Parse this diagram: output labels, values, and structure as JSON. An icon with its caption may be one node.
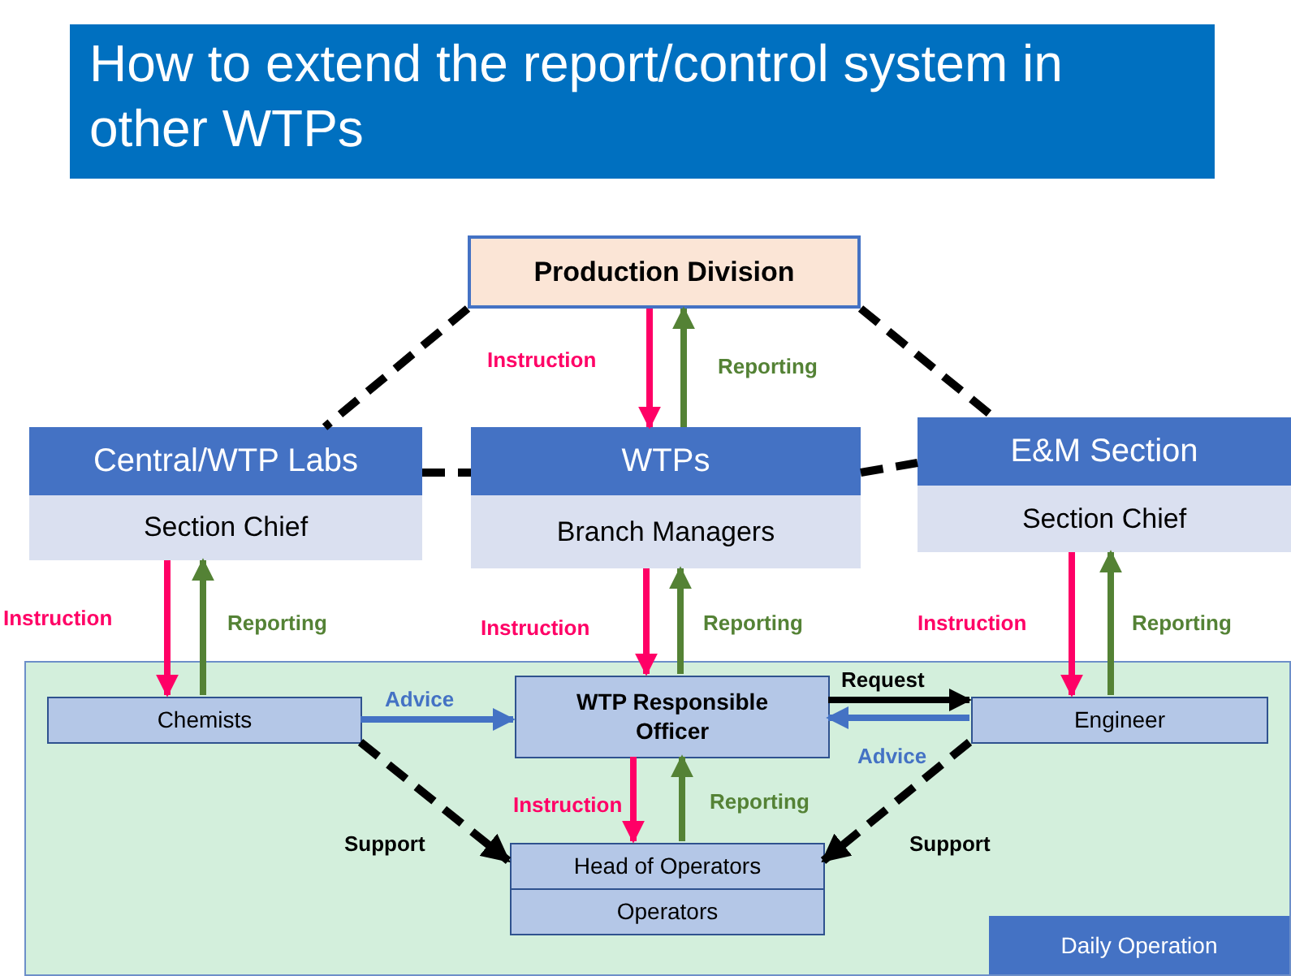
{
  "diagram": {
    "title": "How to extend the report/control system in other WTPs",
    "nodes": [
      {
        "text": [
          "Production Division"
        ]
      },
      {
        "text": [
          "Central/WTP Labs",
          "Section Chief"
        ]
      },
      {
        "text": [
          "WTPs",
          "Branch Managers"
        ]
      },
      {
        "text": [
          "E&M Section",
          "Section Chief"
        ]
      },
      {
        "text": [
          "Daily Operation"
        ]
      },
      {
        "text": [
          "Chemists"
        ],
        "in": 4
      },
      {
        "text": [
          "WTP Responsible Officer"
        ],
        "in": 4
      },
      {
        "text": [
          "Engineer"
        ],
        "in": 4
      },
      {
        "text": [
          "Head of Operators",
          "Operators"
        ],
        "in": 4
      }
    ],
    "edges": [
      {
        "from": 0,
        "to": 1,
        "arrow": "none",
        "style": "dashed"
      },
      {
        "from": 0,
        "to": 3,
        "arrow": "none",
        "style": "dashed"
      },
      {
        "from": 1,
        "to": 2,
        "arrow": "none",
        "style": "dashed"
      },
      {
        "from": 2,
        "to": 3,
        "arrow": "none",
        "style": "dashed"
      },
      {
        "from": 0,
        "to": 2,
        "arrow": "to",
        "label": "Instruction",
        "color": "#ff0066"
      },
      {
        "from": 2,
        "to": 0,
        "arrow": "to",
        "label": "Reporting",
        "color": "#548235"
      },
      {
        "from": 1,
        "to": 5,
        "arrow": "to",
        "label": "Instruction",
        "color": "#ff0066"
      },
      {
        "from": 5,
        "to": 1,
        "arrow": "to",
        "label": "Reporting",
        "color": "#548235"
      },
      {
        "from": 2,
        "to": 6,
        "arrow": "to",
        "label": "Instruction",
        "color": "#ff0066"
      },
      {
        "from": 6,
        "to": 2,
        "arrow": "to",
        "label": "Reporting",
        "color": "#548235"
      },
      {
        "from": 3,
        "to": 7,
        "arrow": "to",
        "label": "Instruction",
        "color": "#ff0066"
      },
      {
        "from": 7,
        "to": 3,
        "arrow": "to",
        "label": "Reporting",
        "color": "#548235"
      },
      {
        "from": 5,
        "to": 6,
        "arrow": "to",
        "label": "Advice",
        "color": "#4472c4"
      },
      {
        "from": 6,
        "to": 7,
        "arrow": "to",
        "label": "Request"
      },
      {
        "from": 7,
        "to": 6,
        "arrow": "to",
        "label": "Advice",
        "color": "#4472c4"
      },
      {
        "from": 5,
        "to": 8,
        "arrow": "to",
        "label": "Support",
        "style": "dashed"
      },
      {
        "from": 7,
        "to": 8,
        "arrow": "to",
        "label": "Support",
        "style": "dashed"
      },
      {
        "from": 6,
        "to": 8,
        "arrow": "to",
        "label": "Instruction",
        "color": "#ff0066"
      },
      {
        "from": 8,
        "to": 6,
        "arrow": "to",
        "label": "Reporting",
        "color": "#548235"
      }
    ]
  }
}
